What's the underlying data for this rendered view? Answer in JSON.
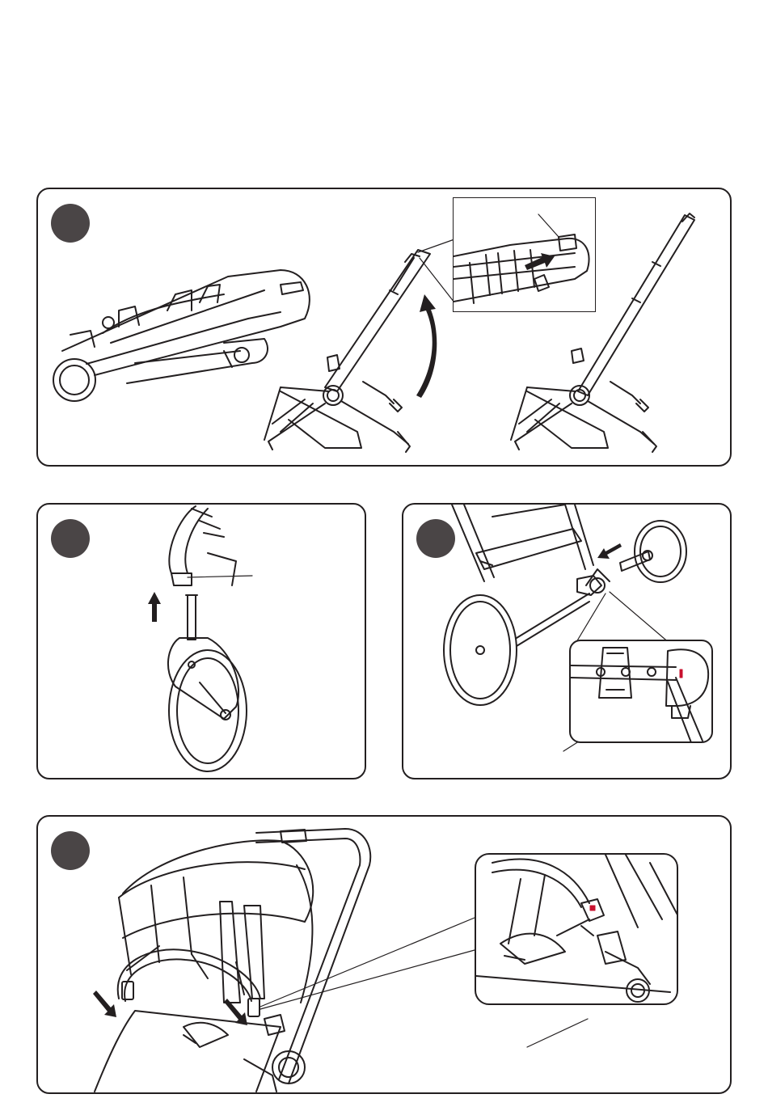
{
  "steps": [
    {
      "id": "step-1",
      "marker": ""
    },
    {
      "id": "step-2",
      "marker": ""
    },
    {
      "id": "step-3",
      "marker": ""
    },
    {
      "id": "step-4",
      "marker": ""
    }
  ],
  "icons": {
    "unfold_arrow": "curved-up-arrow-icon",
    "push_arrow": "right-arrow-icon",
    "lift_arrow": "up-arrow-icon",
    "insert_arrow": "down-left-arrow-icon",
    "bumper_arrow": "down-right-arrow-icon"
  },
  "colors": {
    "line": "#231f20",
    "marker": "#4a4546",
    "accent_red": "#c8102e"
  }
}
